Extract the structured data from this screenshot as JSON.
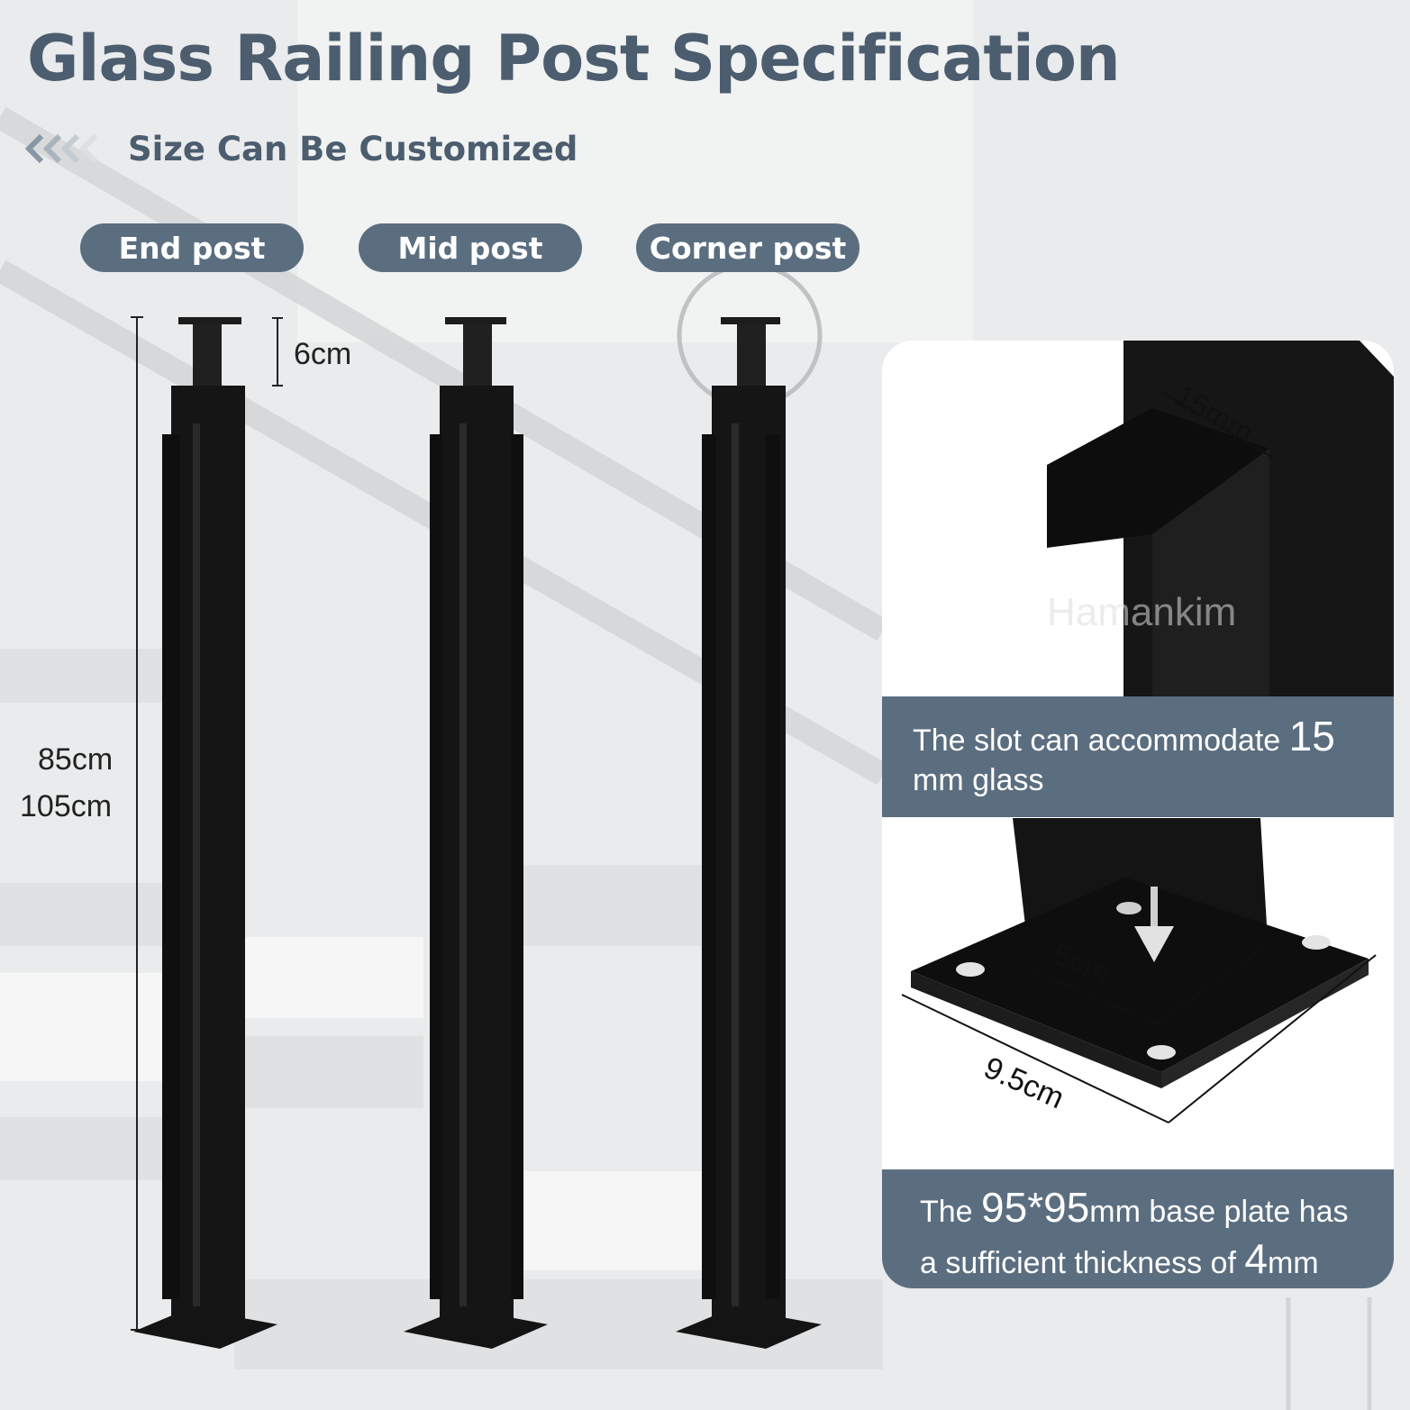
{
  "title": "Glass Railing Post Specification",
  "subtitle": "Size Can Be Customized",
  "post_types": [
    "End post",
    "Mid post",
    "Corner post"
  ],
  "dimensions": {
    "top_height": "6cm",
    "height_short": "85cm",
    "height_tall": "105cm"
  },
  "detail": {
    "slot_width": "15mm",
    "post_width": "5cm",
    "plate_width": "9.5cm",
    "watermark": "Hamankim"
  },
  "caption_slot": {
    "text_before": "The slot can accommodate ",
    "value": "15",
    "text_after": " mm glass"
  },
  "caption_plate": {
    "text_1": "The ",
    "value_1": "95*95",
    "text_2": "mm base plate has a sufficient thickness of ",
    "value_2": "4",
    "text_3": "mm"
  },
  "colors": {
    "accent": "#5b6e80",
    "title": "#4b5d6e",
    "post": "#151515"
  }
}
